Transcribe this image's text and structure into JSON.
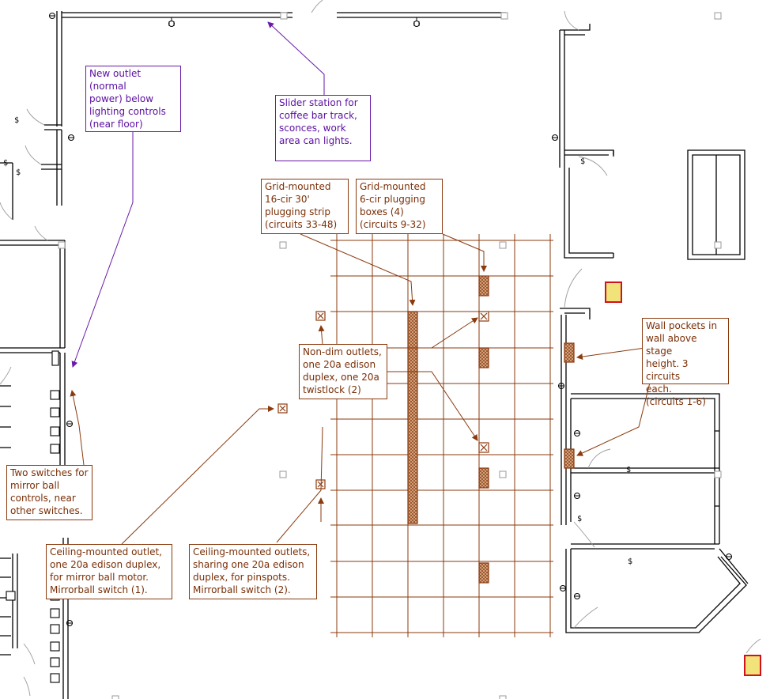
{
  "annotations": {
    "new_outlet": "New outlet (normal\npower) below\nlighting controls\n(near floor)",
    "slider_station": "Slider station for\ncoffee bar track,\nsconces, work\narea can lights.",
    "grid_strip": "Grid-mounted\n16-cir 30'\nplugging strip\n(circuits 33-48)",
    "grid_boxes": "Grid-mounted\n6-cir plugging\nboxes (4)\n(circuits 9-32)",
    "non_dim": "Non-dim outlets,\none 20a edison\nduplex, one 20a\ntwistlock (2)",
    "wall_pockets": "Wall pockets in\nwall above stage\nheight. 3 circuits\neach.\n(circuits 1-6)",
    "mirror_switches": "Two switches for\nmirror ball\ncontrols, near\nother switches.",
    "ceiling_mirror": "Ceiling-mounted outlet,\none 20a edison duplex,\nfor mirror ball motor.\nMirrorball switch (1).",
    "ceiling_pinspots": "Ceiling-mounted outlets,\nsharing one 20a edison\nduplex, for pinspots.\nMirrorball switch (2)."
  },
  "symbols": {
    "switch_glyph": "$"
  },
  "colors": {
    "wall": "#000000",
    "annotation_brown": "#8b3a0e",
    "annotation_purple": "#6a1aa8",
    "grid": "#8b3a0e",
    "device_fill": "#d9b08c",
    "pocket_fill": "#f2e27a",
    "pocket_border": "#d0121c"
  }
}
